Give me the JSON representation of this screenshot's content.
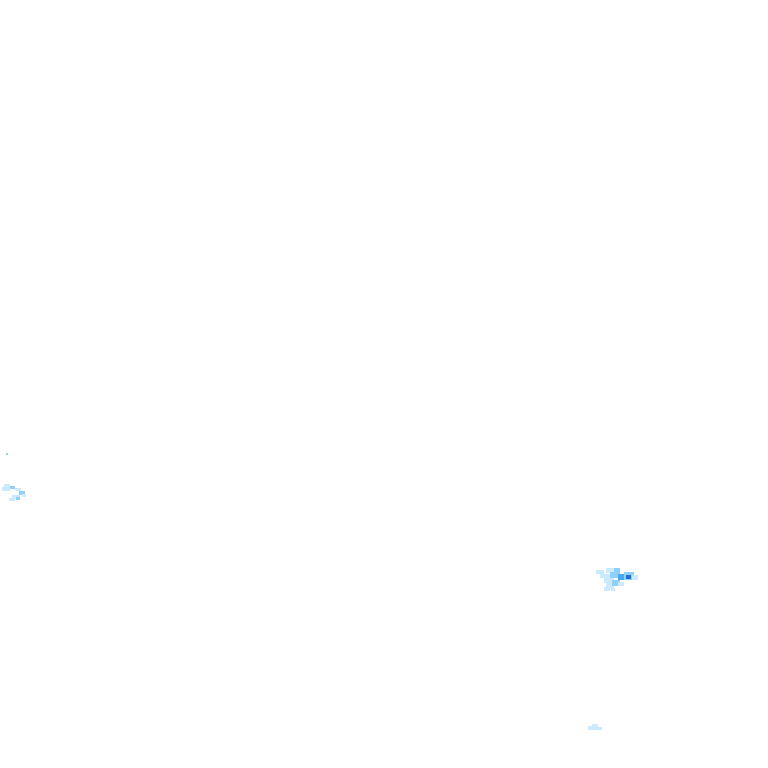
{
  "map": {
    "layer": "precipitation-radar-overlay",
    "background": "transparent",
    "colors": {
      "light": "#cbe9ff",
      "medium": "#8fd0fb",
      "heavy": "#4aa8ef",
      "intense": "#1f6fd1"
    },
    "echoes": [
      {
        "label": "echo-west",
        "intensity": "light"
      },
      {
        "label": "echo-southeast",
        "intensity": "heavy"
      },
      {
        "label": "echo-south",
        "intensity": "light"
      }
    ]
  }
}
